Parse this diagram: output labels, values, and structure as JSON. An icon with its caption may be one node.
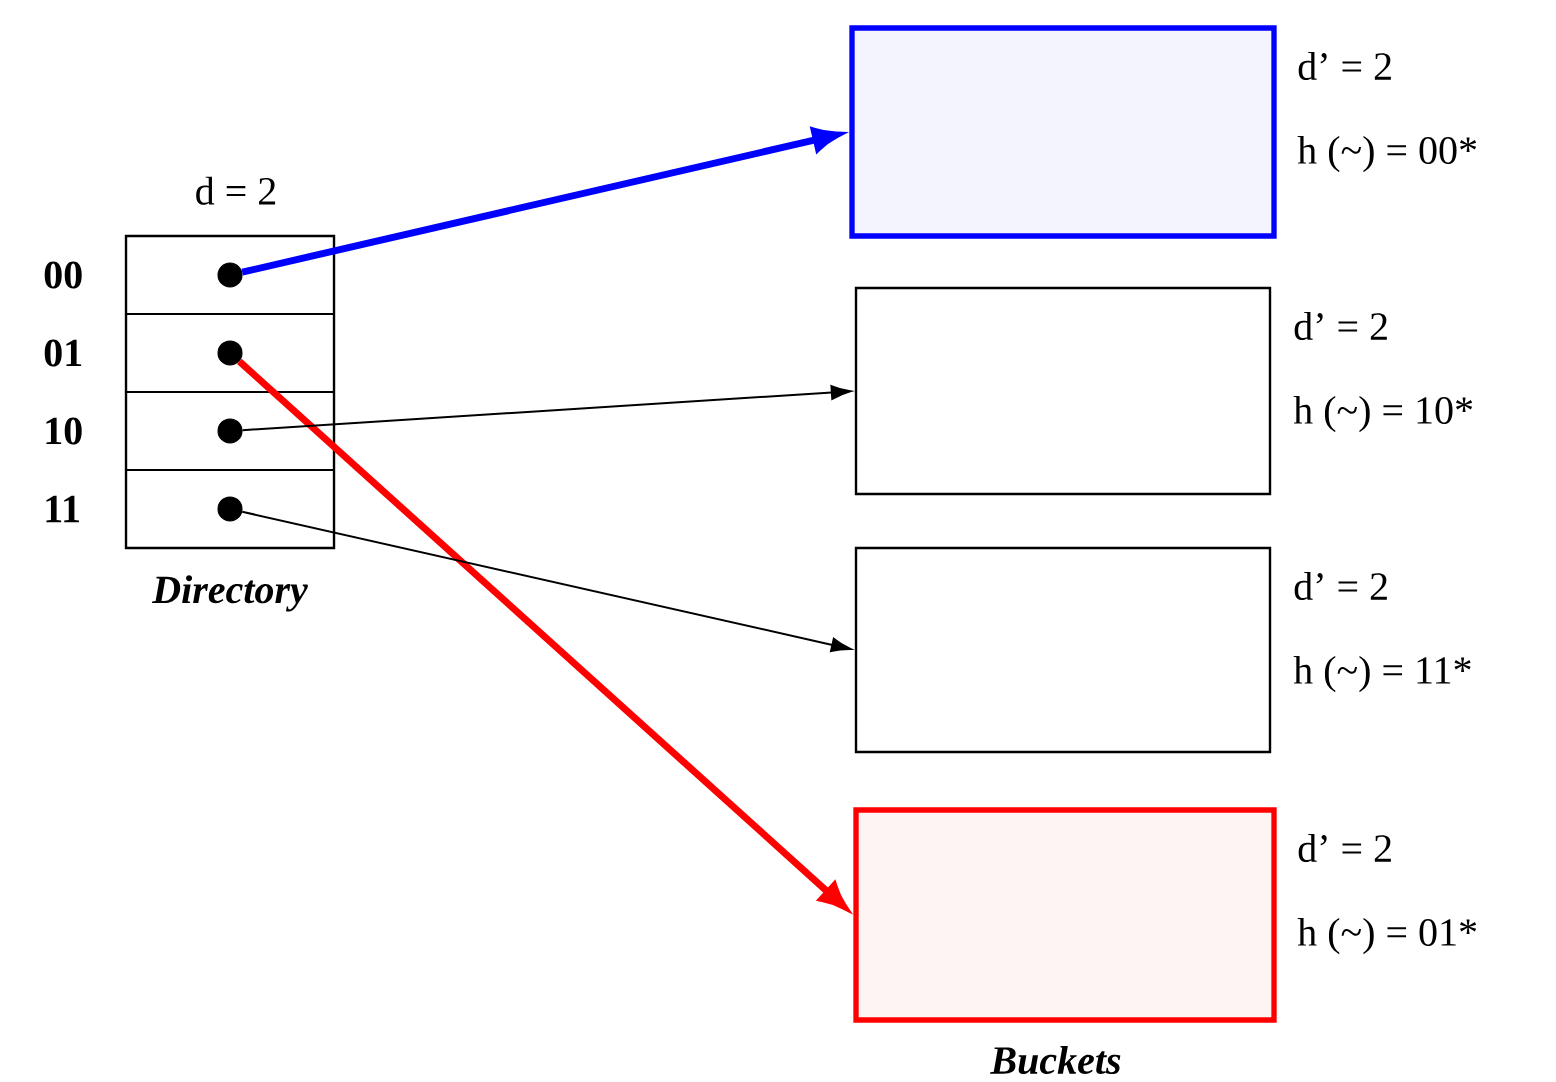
{
  "diagram": {
    "nodes": [
      {
        "text": [
          "Directory"
        ],
        "beside": [
          "d = 2"
        ]
      },
      {
        "text": [],
        "shape": "circle",
        "in": 0,
        "beside": [
          "00"
        ]
      },
      {
        "text": [],
        "shape": "circle",
        "in": 0,
        "beside": [
          "01"
        ]
      },
      {
        "text": [],
        "shape": "circle",
        "in": 0,
        "beside": [
          "10"
        ]
      },
      {
        "text": [],
        "shape": "circle",
        "in": 0,
        "beside": [
          "11"
        ]
      },
      {
        "text": [],
        "shape": "box",
        "beside": [
          "d’ = 2",
          "h (~) = 00*"
        ]
      },
      {
        "text": [],
        "shape": "box",
        "beside": [
          "d’ = 2",
          "h (~) = 10*"
        ]
      },
      {
        "text": [],
        "shape": "box",
        "beside": [
          "d’ = 2",
          "h (~) = 11*"
        ]
      },
      {
        "text": [],
        "shape": "box",
        "beside": [
          "d’ = 2",
          "h (~) = 01*"
        ]
      }
    ],
    "edges": [
      {
        "from": 1,
        "to": 5,
        "arrow": "to",
        "style": "thick",
        "color": "#0000ff"
      },
      {
        "from": 2,
        "to": 8,
        "arrow": "to",
        "style": "thick",
        "color": "#ff0000"
      },
      {
        "from": 3,
        "to": 6,
        "arrow": "to"
      },
      {
        "from": 4,
        "to": 7,
        "arrow": "to"
      }
    ],
    "labels": [
      "Buckets"
    ]
  }
}
